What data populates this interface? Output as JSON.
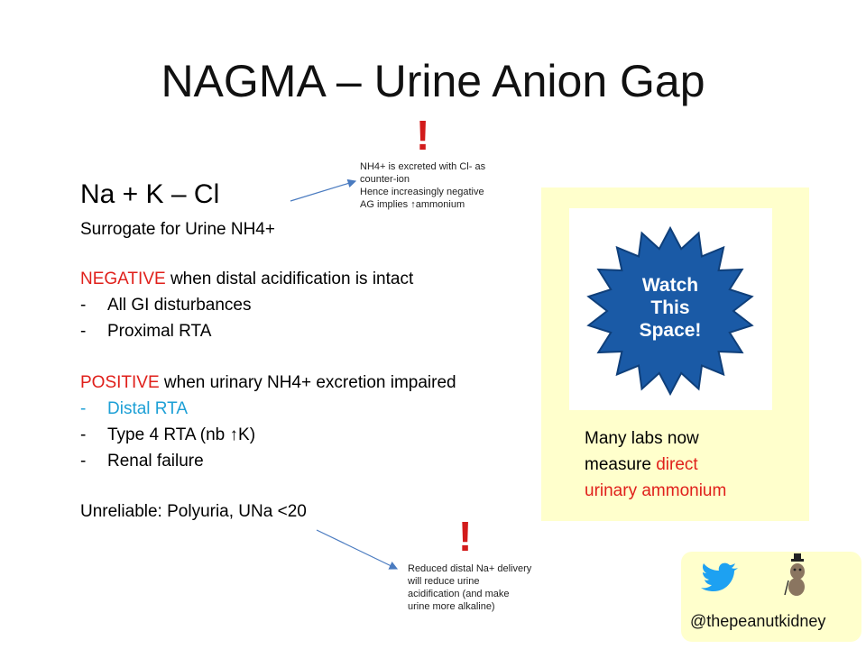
{
  "title": "NAGMA – Urine Anion Gap",
  "exclamation": "!",
  "note_top": {
    "lines": [
      "NH4+ is excreted with Cl- as",
      "counter-ion",
      "Hence increasingly negative",
      "AG implies ↑ammonium"
    ]
  },
  "formula": "Na + K – Cl",
  "surrogate": "Surrogate for Urine NH4+",
  "negative": {
    "keyword": "NEGATIVE",
    "rest": " when distal acidification is intact",
    "items": [
      "All GI disturbances",
      "Proximal RTA"
    ]
  },
  "positive": {
    "keyword": "POSITIVE",
    "rest": " when urinary NH4+ excretion impaired",
    "items": [
      "Distal RTA",
      "Type 4 RTA (nb ↑K)",
      "Renal failure"
    ]
  },
  "dash": "-",
  "unreliable": "Unreliable: Polyuria, UNa <20",
  "note_bottom": {
    "lines": [
      "Reduced distal Na+ delivery",
      "will reduce urine",
      "acidification (and make",
      "urine more alkaline)"
    ]
  },
  "badge": {
    "lines": [
      "Watch",
      "This",
      "Space!"
    ],
    "color": "#1a5aa6"
  },
  "panel_text": {
    "line1": "Many labs now",
    "line2": "measure ",
    "highlight1": "direct",
    "highlight2": "urinary ammonium"
  },
  "social": {
    "handle": "@thepeanutkidney",
    "icons": [
      "twitter-bird-icon",
      "peanut-mascot-icon"
    ]
  },
  "colors": {
    "accent_red": "#e0201b",
    "accent_blue": "#1ea0d6",
    "panel_bg": "#ffffcc"
  }
}
